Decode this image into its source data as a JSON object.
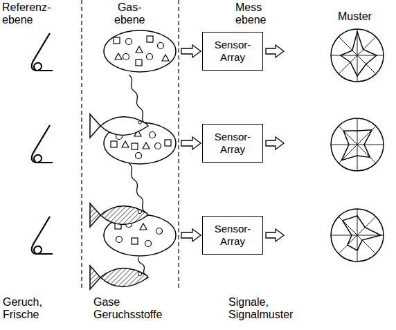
{
  "diagram": {
    "nodes": [
      {
        "text": [
          "Sensor- Array"
        ]
      },
      {
        "text": [
          "Sensor- Array"
        ]
      },
      {
        "text": [
          "Sensor- Array"
        ]
      }
    ],
    "labels": [
      "Referenz- ebene",
      "Gas- ebene",
      "Mess ebene",
      "Muster",
      "Geruch, Frische",
      "Gase Geruchsstoffe",
      "Signale, Signalmuster"
    ]
  }
}
